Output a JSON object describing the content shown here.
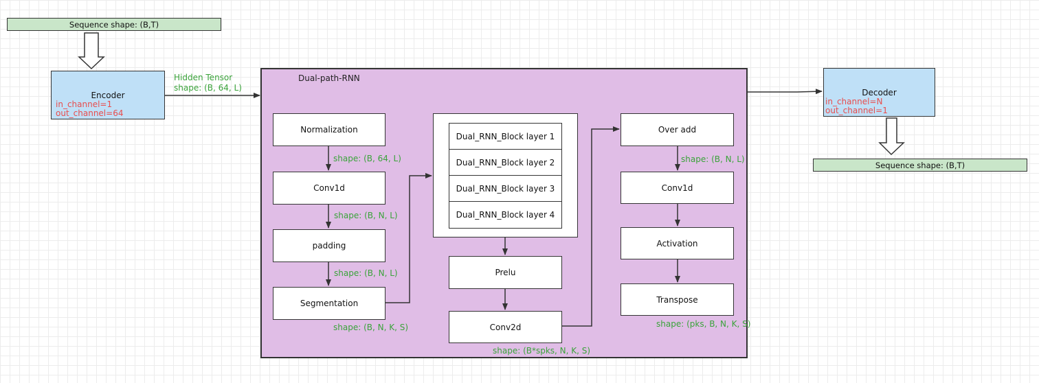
{
  "top_input": {
    "label": "Sequence  shape: (B,T)"
  },
  "encoder": {
    "title": "Encoder",
    "lines": [
      "in_channel=1",
      "out_channel=64"
    ]
  },
  "hidden_tensor": {
    "line1": "Hidden Tensor",
    "line2": "shape: (B, 64, L)"
  },
  "dprnn": {
    "title": "Dual-path-RNN",
    "left_column": {
      "normalization": "Normalization",
      "conv1d": "Conv1d",
      "padding": "padding",
      "segmentation": "Segmentation",
      "shape1": "shape: (B, 64, L)",
      "shape2": "shape: (B, N, L)",
      "shape3": "shape: (B, N, L)",
      "shape4": "shape: (B, N, K, S)"
    },
    "middle_column": {
      "layers": [
        "Dual_RNN_Block layer 1",
        "Dual_RNN_Block layer 2",
        "Dual_RNN_Block layer 3",
        "Dual_RNN_Block layer 4"
      ],
      "prelu": "Prelu",
      "conv2d": "Conv2d",
      "shape": "shape: (B*spks, N, K, S)"
    },
    "right_column": {
      "over_add": "Over add",
      "conv1d": "Conv1d",
      "activation": "Activation",
      "transpose": "Transpose",
      "shape1": "shape: (B, N, L)",
      "shape2": "shape: (pks, B, N, K, S)"
    }
  },
  "decoder": {
    "title": "Decoder",
    "lines": [
      "in_channel=N",
      "out_channel=1"
    ]
  },
  "bottom_output": {
    "label": "Sequence  shape: (B,T)"
  },
  "colors": {
    "shape_label": "#3aa33a",
    "channel_text": "#e84d4d",
    "dprnn_fill": "#e0bde6",
    "io_fill": "#c9e6c9",
    "codec_fill": "#bfe0f7"
  }
}
